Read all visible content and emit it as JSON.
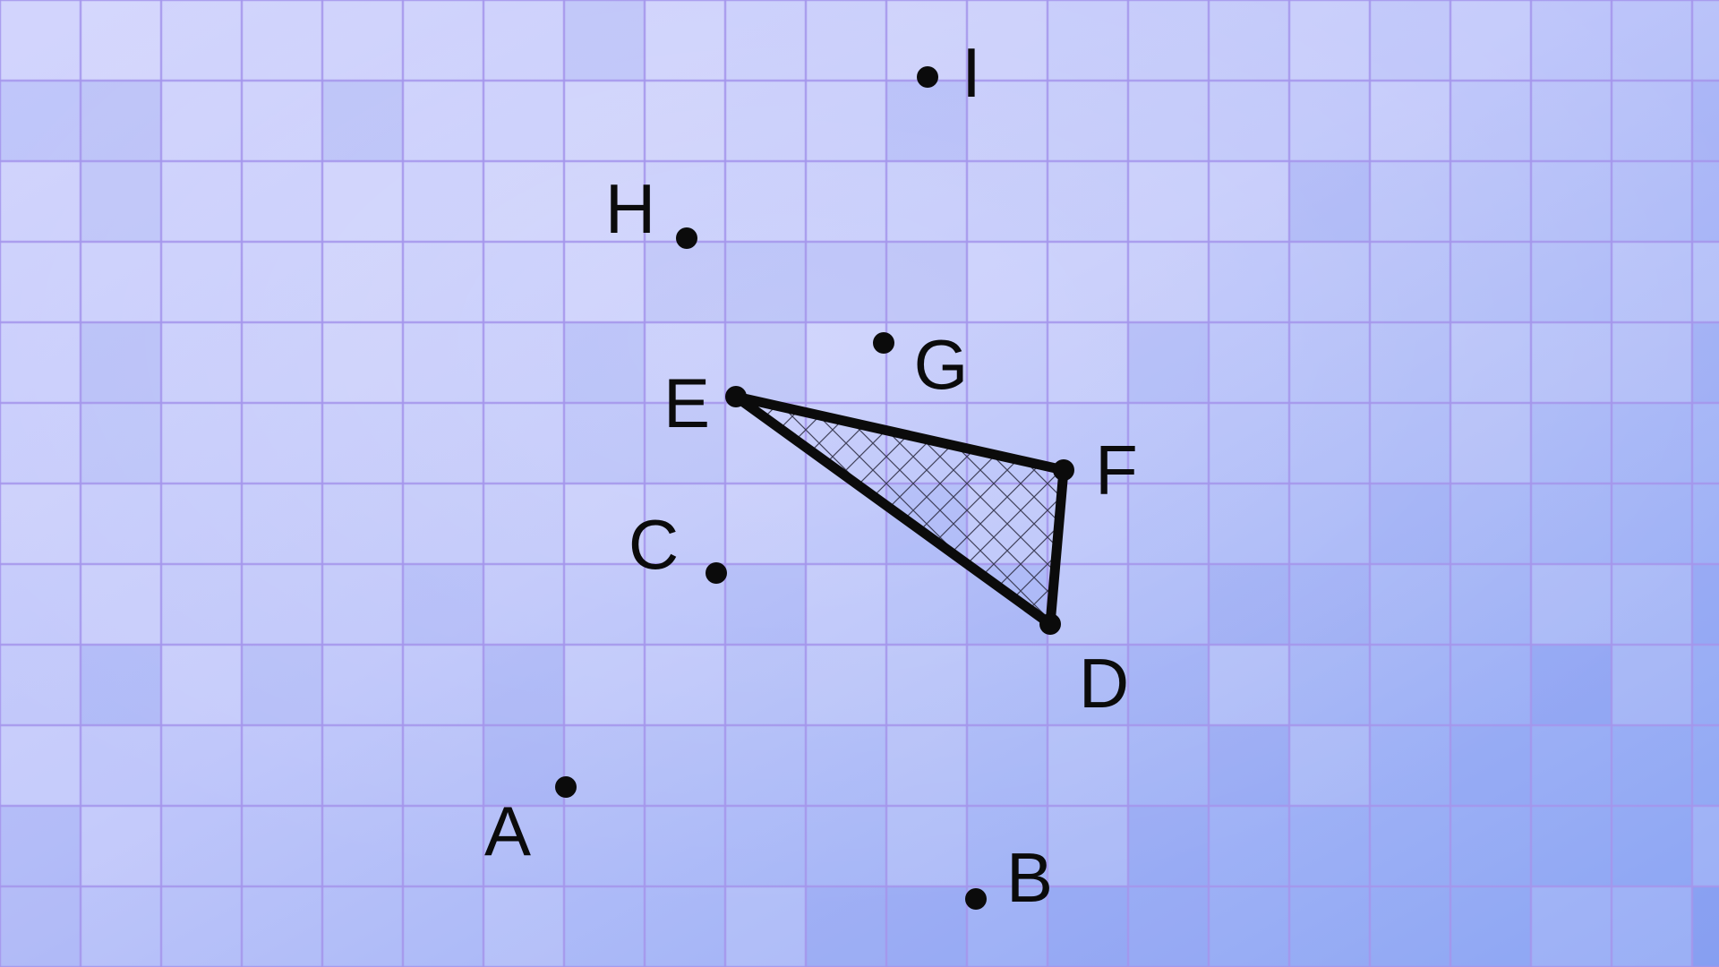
{
  "colors": {
    "background_light": "#ccd0fc",
    "background_dark": "#8ea6f4",
    "grid_line": "#a596ec",
    "ink": "#0b0b0b"
  },
  "points": [
    {
      "id": "A",
      "label": "A"
    },
    {
      "id": "B",
      "label": "B"
    },
    {
      "id": "C",
      "label": "C"
    },
    {
      "id": "D",
      "label": "D"
    },
    {
      "id": "E",
      "label": "E"
    },
    {
      "id": "F",
      "label": "F"
    },
    {
      "id": "G",
      "label": "G"
    },
    {
      "id": "H",
      "label": "H"
    },
    {
      "id": "I",
      "label": "I"
    }
  ],
  "triangle": {
    "vertices": [
      "E",
      "F",
      "D"
    ],
    "fill": "crosshatch"
  }
}
